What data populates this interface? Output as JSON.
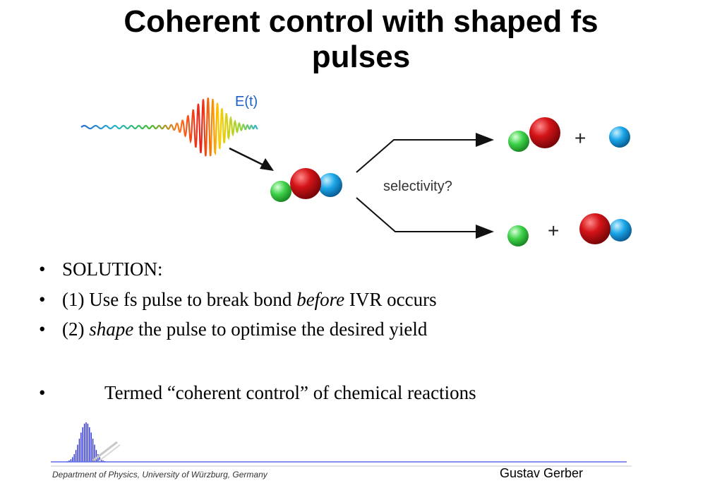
{
  "slide": {
    "title_line1": "Coherent control with shaped fs",
    "title_line2": "pulses"
  },
  "diagram": {
    "field_label": "E(t)",
    "question": "selectivity?",
    "plus": "+",
    "colors": {
      "red": "#d41418",
      "green": "#3fd24a",
      "blue": "#1aa6e8"
    }
  },
  "bullets": [
    {
      "bullet": "•",
      "text": "SOLUTION:"
    },
    {
      "bullet": "•",
      "pre": "(1) Use fs pulse to break bond ",
      "em": "before",
      "post": " IVR occurs"
    },
    {
      "bullet": "•",
      "pre": "(2) ",
      "em": "shape",
      "post": " the pulse to optimise the desired yield"
    },
    {
      "bullet": "•",
      "text": "Termed “coherent control” of chemical reactions"
    }
  ],
  "footer": {
    "department": "Department of Physics, University of Würzburg, Germany",
    "author": "Gustav Gerber"
  }
}
